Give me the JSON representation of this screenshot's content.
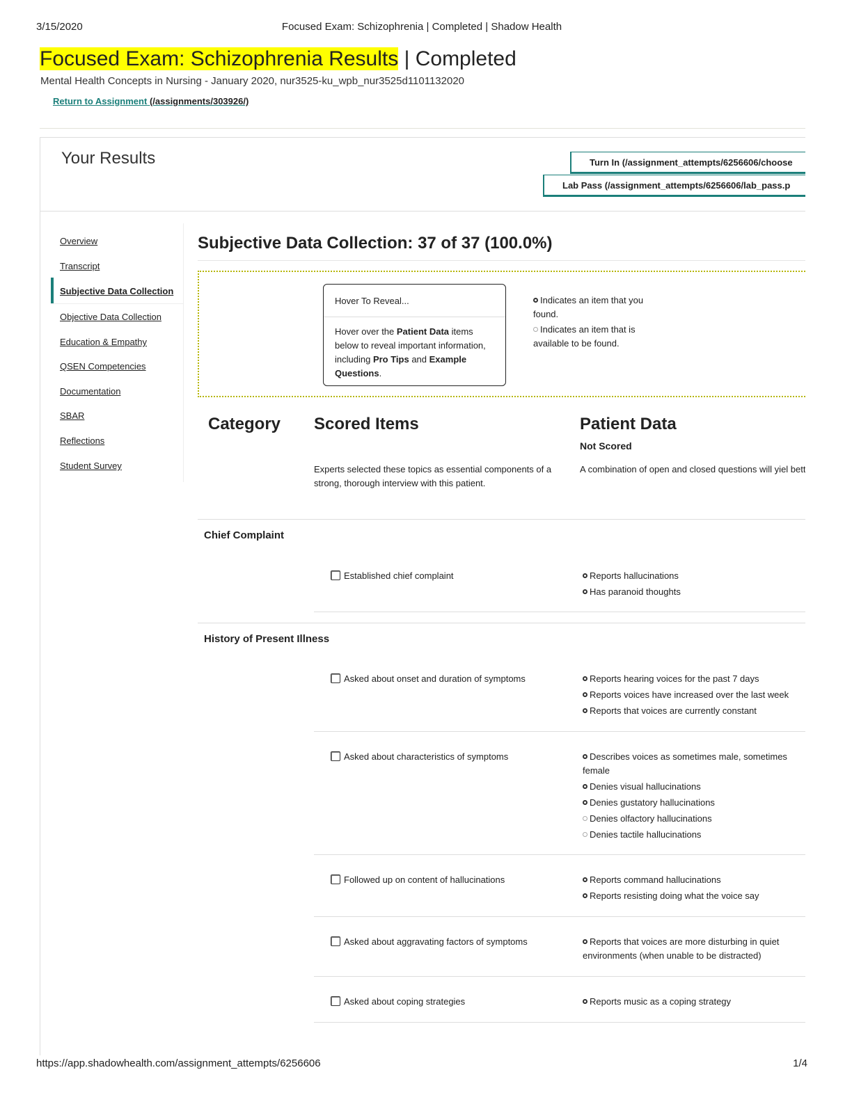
{
  "print_header": {
    "date": "3/15/2020",
    "title": "Focused Exam: Schizophrenia | Completed | Shadow Health"
  },
  "page": {
    "title_highlight": "Focused Exam: Schizophrenia Results",
    "title_rest": " | Completed",
    "subtitle": "Mental Health Concepts in Nursing - January 2020, nur3525-ku_wpb_nur3525d1101132020",
    "return_link": "Return to Assignment",
    "return_url": "(/assignments/303926/)"
  },
  "results": {
    "heading": "Your Results",
    "turn_in_label": "Turn In (/assignment_attempts/6256606/choose",
    "lab_pass_label": "Lab Pass (/assignment_attempts/6256606/lab_pass.p"
  },
  "sidenav": {
    "items": [
      {
        "label": "Overview"
      },
      {
        "label": "Transcript"
      },
      {
        "label": "Subjective Data Collection",
        "active": true
      },
      {
        "label": "Objective Data Collection"
      },
      {
        "label": "Education & Empathy"
      },
      {
        "label": "QSEN Competencies"
      },
      {
        "label": "Documentation"
      },
      {
        "label": "SBAR"
      },
      {
        "label": "Reflections"
      },
      {
        "label": "Student Survey"
      }
    ]
  },
  "section": {
    "title": "Subjective Data Collection: 37 of 37 (100.0%)"
  },
  "legend": {
    "tooltip_head": "Hover To Reveal...",
    "tooltip_body_1": "Hover over the ",
    "tooltip_body_bold_1": "Patient Data",
    "tooltip_body_2": " items below to reveal important information, including ",
    "tooltip_body_bold_2": "Pro Tips",
    "tooltip_body_3": " and ",
    "tooltip_body_bold_3": "Example Questions",
    "tooltip_body_4": ".",
    "found_text": "Indicates an item that you found.",
    "available_text": "Indicates an item that is available to be found."
  },
  "columns": {
    "category": "Category",
    "scored": "Scored Items",
    "patient": "Patient Data",
    "not_scored": "Not Scored",
    "scored_desc": "Experts selected these topics as essential components of a strong, thorough interview with this patient.",
    "patient_desc": "A combination of open and closed questions will yiel better patient data. The following details are facts of t patient's case."
  },
  "categories": [
    {
      "name": "Chief Complaint",
      "rows": [
        {
          "item": "Established chief complaint",
          "data": [
            "Reports hallucinations",
            "Has paranoid thoughts"
          ]
        }
      ]
    },
    {
      "name": "History of Present Illness",
      "rows": [
        {
          "item": "Asked about onset and duration of symptoms",
          "data": [
            "Reports hearing voices for the past 7 days",
            "Reports voices have increased over the last week",
            "Reports that voices are currently constant"
          ]
        },
        {
          "item": "Asked about characteristics of symptoms",
          "data": [
            "Describes voices as sometimes male, sometimes female",
            "Denies visual hallucinations",
            "Denies gustatory hallucinations",
            "Denies olfactory hallucinations",
            "Denies tactile hallucinations"
          ]
        },
        {
          "item": "Followed up on content of hallucinations",
          "data": [
            "Reports command hallucinations",
            "Reports resisting doing what the voice say"
          ]
        },
        {
          "item": "Asked about aggravating factors of symptoms",
          "data": [
            "Reports that voices are more disturbing in quiet environments (when unable to be distracted)"
          ]
        },
        {
          "item": "Asked about coping strategies",
          "data": [
            "Reports music as a coping strategy"
          ]
        }
      ]
    }
  ],
  "print_footer": {
    "url": "https://app.shadowhealth.com/assignment_attempts/6256606",
    "page": "1/4"
  }
}
